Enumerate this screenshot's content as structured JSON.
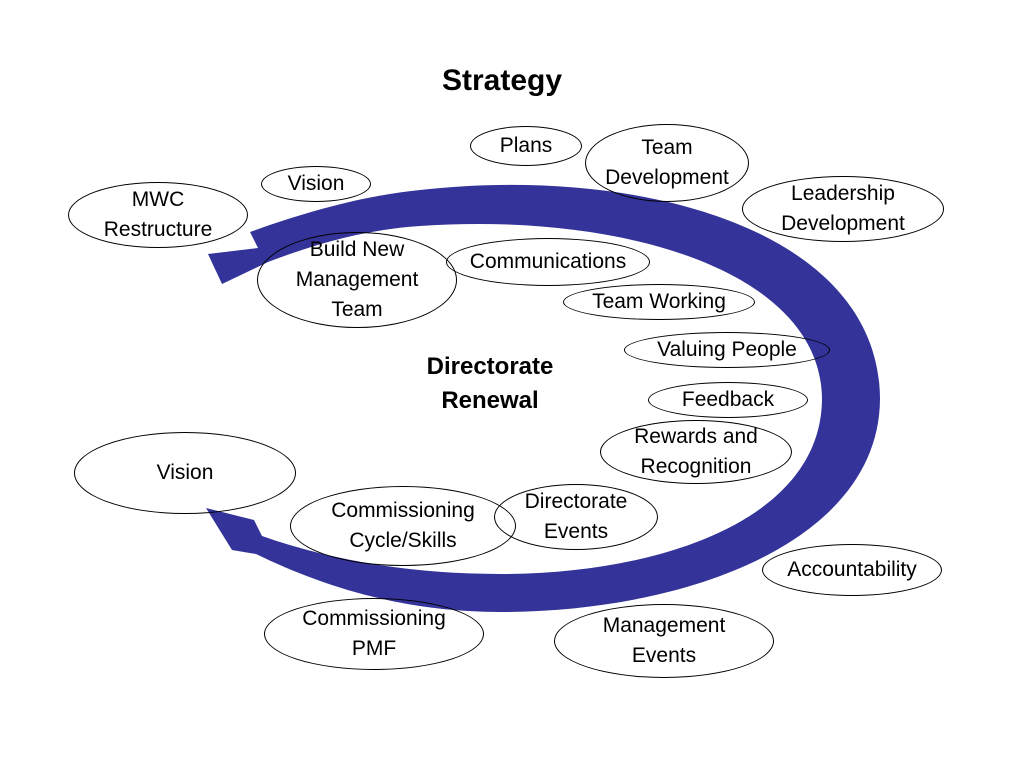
{
  "title": "Strategy",
  "center_label": "Directorate\nRenewal",
  "colors": {
    "arrow": "#333399",
    "outline": "#000000",
    "text": "#000000"
  },
  "nodes": [
    {
      "id": "plans",
      "label": "Plans"
    },
    {
      "id": "team-development",
      "label": "Team\nDevelopment"
    },
    {
      "id": "vision-top",
      "label": "Vision"
    },
    {
      "id": "mwc-restructure",
      "label": "MWC\nRestructure"
    },
    {
      "id": "leadership-development",
      "label": "Leadership\nDevelopment"
    },
    {
      "id": "build-new-management-team",
      "label": "Build New\nManagement\nTeam"
    },
    {
      "id": "communications",
      "label": "Communications"
    },
    {
      "id": "team-working",
      "label": "Team Working"
    },
    {
      "id": "valuing-people",
      "label": "Valuing People"
    },
    {
      "id": "feedback",
      "label": "Feedback"
    },
    {
      "id": "rewards-and-recognition",
      "label": "Rewards and\nRecognition"
    },
    {
      "id": "vision-left",
      "label": "Vision"
    },
    {
      "id": "directorate-events",
      "label": "Directorate\nEvents"
    },
    {
      "id": "commissioning-cycle-skills",
      "label": "Commissioning\nCycle/Skills"
    },
    {
      "id": "accountability",
      "label": "Accountability"
    },
    {
      "id": "commissioning-pmf",
      "label": "Commissioning\nPMF"
    },
    {
      "id": "management-events",
      "label": "Management\nEvents"
    }
  ]
}
